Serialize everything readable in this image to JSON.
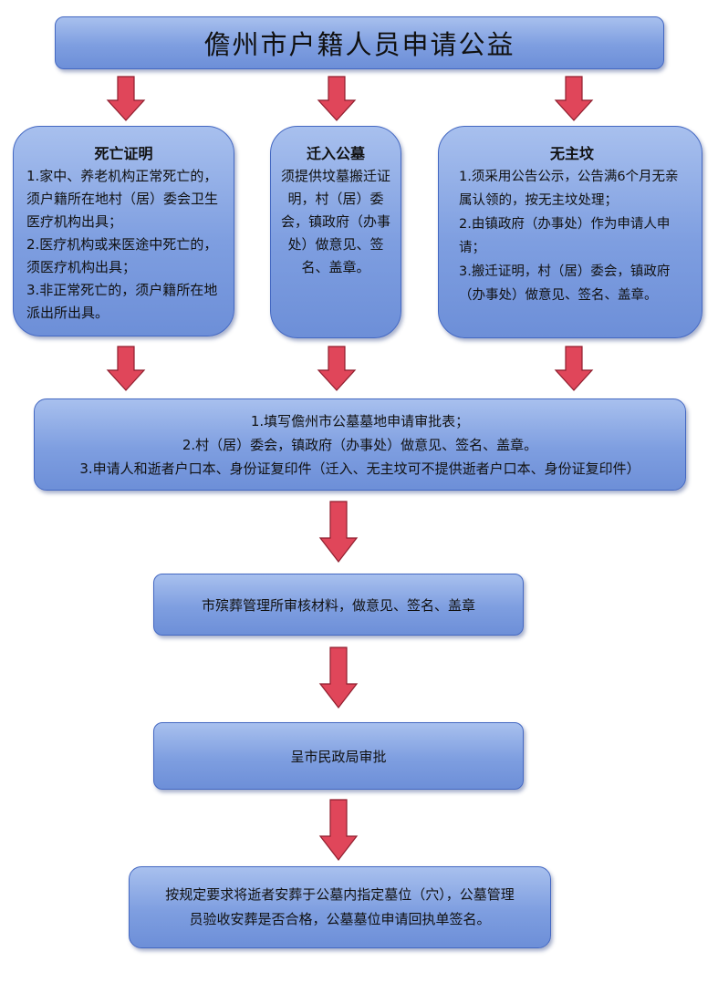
{
  "title": "儋州市户籍人员申请公益",
  "columns": [
    {
      "heading": "死亡证明",
      "lines": [
        "1.家中、养老机构正常死亡的，须户籍所在地村（居）委会卫生医疗机构出具；",
        "2.医疗机构或来医途中死亡的，须医疗机构出具；",
        "3.非正常死亡的，须户籍所在地派出所出具。"
      ]
    },
    {
      "heading": "迁入公墓",
      "lines": [
        "须提供坟墓搬迁证明，村（居）委会，镇政府（办事处）做意见、签名、盖章。"
      ]
    },
    {
      "heading": "无主坟",
      "lines": [
        "1.须采用公告公示，公告满6个月无亲属认领的，按无主坟处理；",
        "2.由镇政府（办事处）作为申请人申请；",
        "3.搬迁证明，村（居）委会，镇政府（办事处）做意见、签名、盖章。"
      ]
    }
  ],
  "requirements": [
    "1.填写儋州市公墓墓地申请审批表；",
    "2.村（居）委会，镇政府（办事处）做意见、签名、盖章。",
    "3.申请人和逝者户口本、身份证复印件（迁入、无主坟可不提供逝者户口本、身份证复印件）"
  ],
  "steps": [
    "市殡葬管理所审核材料，做意见、签名、盖章",
    "呈市民政局审批"
  ],
  "final_step": [
    "按规定要求将逝者安葬于公墓内指定墓位（穴），公墓管理",
    "员验收安葬是否合格，公墓墓位申请回执单签名。"
  ],
  "colors": {
    "box_fill": "#8aa8e6",
    "box_border": "#4468c2",
    "arrow_fill": "#e0465a",
    "arrow_border": "#8f1e2e"
  }
}
